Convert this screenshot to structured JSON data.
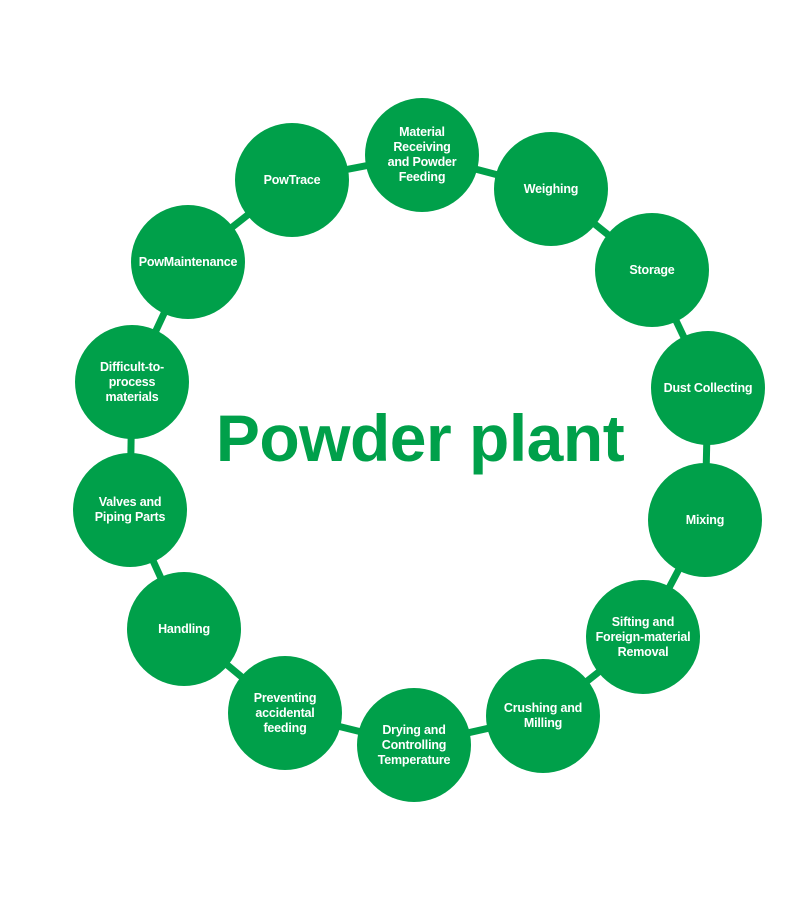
{
  "title": "Powder plant",
  "colors": {
    "node_fill": "#00a04a",
    "connector": "#00a04a",
    "title": "#00a04a",
    "label": "#ffffff"
  },
  "nodes": [
    {
      "id": "material-receiving",
      "label": "Material\nReceiving\nand Powder\nFeeding"
    },
    {
      "id": "weighing",
      "label": "Weighing"
    },
    {
      "id": "storage",
      "label": "Storage"
    },
    {
      "id": "dust-collecting",
      "label": "Dust Collecting"
    },
    {
      "id": "mixing",
      "label": "Mixing"
    },
    {
      "id": "sifting",
      "label": "Sifting and\nForeign-material\nRemoval"
    },
    {
      "id": "crushing",
      "label": "Crushing and\nMilling"
    },
    {
      "id": "drying",
      "label": "Drying and\nControlling\nTemperature"
    },
    {
      "id": "preventing",
      "label": "Preventing\naccidental\nfeeding"
    },
    {
      "id": "handling",
      "label": "Handling"
    },
    {
      "id": "valves",
      "label": "Valves and\nPiping Parts"
    },
    {
      "id": "difficult",
      "label": "Difficult-to-\nprocess materials"
    },
    {
      "id": "powmaintenance",
      "label": "PowMaintenance"
    },
    {
      "id": "powtrace",
      "label": "PowTrace"
    }
  ]
}
